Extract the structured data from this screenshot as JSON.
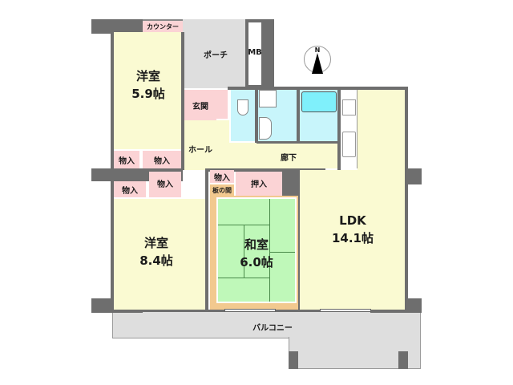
{
  "floorplan": {
    "rooms": [
      {
        "id": "western-room-1",
        "name": "洋室",
        "size": "5.9帖"
      },
      {
        "id": "western-room-2",
        "name": "洋室",
        "size": "8.4帖"
      },
      {
        "id": "japanese-room",
        "name": "和室",
        "size": "6.0帖"
      },
      {
        "id": "ldk",
        "name": "LDK",
        "size": "14.1帖"
      }
    ],
    "labels": {
      "counter": "カウンター",
      "porch": "ポーチ",
      "mb": "MB",
      "entrance": "玄関",
      "hall": "ホール",
      "corridor": "廊下",
      "storage": "物入",
      "closet": "押入",
      "wood_floor": "板の間",
      "balcony": "バルコニー"
    },
    "compass": {
      "north_label": "N"
    },
    "colors": {
      "wall": "#6e6e6e",
      "room": "#fafad2",
      "storage": "#fbd3d5",
      "water": "#c8f5fb",
      "tatami": "#bff8b9",
      "balcony": "#dedede"
    }
  }
}
